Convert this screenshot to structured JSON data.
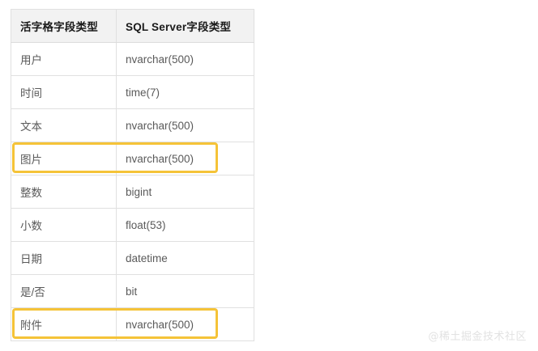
{
  "table": {
    "headers": [
      "活字格字段类型",
      "SQL Server字段类型"
    ],
    "rows": [
      {
        "source_type": "用户",
        "sql_type": "nvarchar(500)",
        "highlighted": false
      },
      {
        "source_type": "时间",
        "sql_type": "time(7)",
        "highlighted": false
      },
      {
        "source_type": "文本",
        "sql_type": "nvarchar(500)",
        "highlighted": false
      },
      {
        "source_type": "图片",
        "sql_type": "nvarchar(500)",
        "highlighted": true
      },
      {
        "source_type": "整数",
        "sql_type": "bigint",
        "highlighted": false
      },
      {
        "source_type": "小数",
        "sql_type": "float(53)",
        "highlighted": false
      },
      {
        "source_type": "日期",
        "sql_type": "datetime",
        "highlighted": false
      },
      {
        "source_type": "是/否",
        "sql_type": "bit",
        "highlighted": false
      },
      {
        "source_type": "附件",
        "sql_type": "nvarchar(500)",
        "highlighted": true
      }
    ]
  },
  "watermark": {
    "text": "@稀土掘金技术社区"
  },
  "colors": {
    "highlight_border": "#f5c338",
    "header_background": "#f2f2f2",
    "cell_border": "#e0e0e0",
    "header_text": "#1a1a1a",
    "body_text": "#5a5a5a",
    "watermark_text": "#e2e2e2",
    "page_background": "#ffffff"
  }
}
